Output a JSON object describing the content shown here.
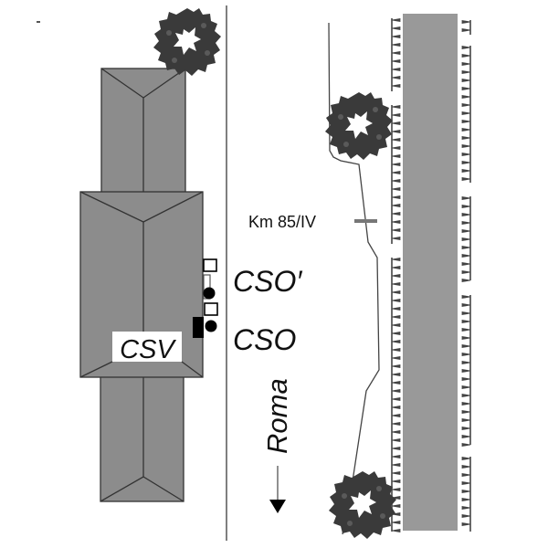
{
  "diagram": {
    "type": "site-plan-schematic",
    "labels": {
      "building": "CSV",
      "signal_upper": "CSO′",
      "signal_lower": "CSO",
      "kilometer_marker": "Km 85/IV",
      "direction": "Roma"
    },
    "colors": {
      "building_fill": "#8c8c8c",
      "building_stroke": "#333333",
      "road_fill": "#999999",
      "embankment_ticks": "#444444",
      "tree_fill": "#3a3a3a",
      "line": "#555555",
      "label_box": "#ffffff",
      "signal_filled": "#000000",
      "signal_hollow": "#ffffff"
    },
    "icons": {
      "trees": [
        "tree-icon",
        "tree-icon",
        "tree-icon"
      ],
      "direction_arrow": "arrow-down-icon",
      "signals": [
        "square-hollow",
        "circle-filled",
        "square-hollow",
        "square-filled",
        "circle-filled"
      ]
    }
  }
}
